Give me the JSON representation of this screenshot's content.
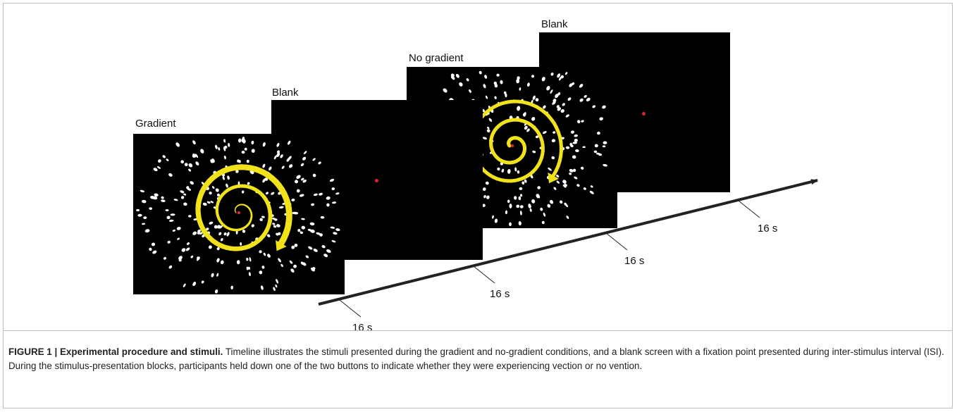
{
  "panels": {
    "gradient_label": "Gradient",
    "blank1_label": "Blank",
    "no_gradient_label": "No gradient",
    "blank2_label": "Blank"
  },
  "timeline": {
    "durations": [
      "16 s",
      "16 s",
      "16 s",
      "16 s"
    ]
  },
  "caption": {
    "label": "FIGURE 1 | Experimental procedure and stimuli.",
    "text": " Timeline illustrates the stimuli presented during the gradient and no-gradient conditions, and a blank screen with a fixation point presented during inter-stimulus interval (ISI). During the stimulus-presentation blocks, participants held down one of the two buttons to indicate whether they were experiencing vection or no vention."
  },
  "colors": {
    "spiral": "#f2e21a",
    "fixation": "#d8262e",
    "dots": "#ffffff",
    "screen": "#000000"
  }
}
